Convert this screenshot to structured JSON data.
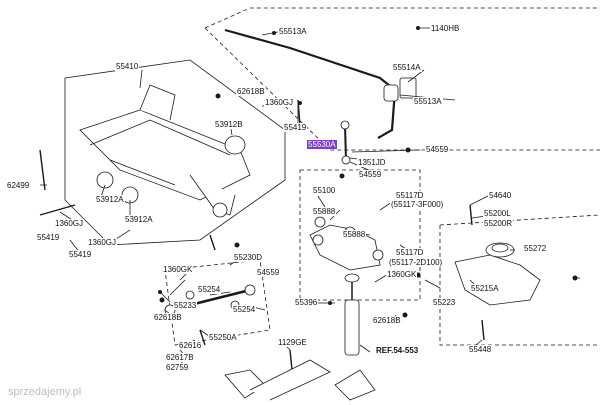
{
  "labels": {
    "l55513a_top": "55513A",
    "l1140hb": "1140HB",
    "l55514a": "55514A",
    "l55513a": "55513A",
    "l55410": "55410",
    "l62618b_top": "62618B",
    "l1360gj_top": "1360GJ",
    "l53912b": "53912B",
    "l55419_top": "55419",
    "l55530a": "55530A",
    "l54559_a": "54559",
    "l1351jd": "1351JD",
    "l54559_b": "54559",
    "l62499": "62499",
    "l55100": "55100",
    "l55117d_top": "55117D",
    "l55117_3f000": "(55117-3F000)",
    "l54640": "54640",
    "l53912a_1": "53912A",
    "l55888_a": "55888",
    "l55200l": "55200L",
    "l55200r": "55200R",
    "l1360gj_left": "1360GJ",
    "l53912a_2": "53912A",
    "l55419_left": "55419",
    "l1360gj_mid": "1360GJ",
    "l55888_b": "55888",
    "l55272": "55272",
    "l55419_bottom": "55419",
    "l55230d": "55230D",
    "l55117d_mid": "55117D",
    "l55117_2d100": "(55117-2D100)",
    "l1360gk_left": "1360GK",
    "l54559_c": "54559",
    "l1360gk_right": "1360GK",
    "l55254_a": "55254",
    "l55233": "55233",
    "l55223": "55223",
    "l55215a": "55215A",
    "l55396": "55396",
    "l62618b_left": "62618B",
    "l55254_b": "55254",
    "l62618b_right": "62618B",
    "l55250a": "55250A",
    "l1129ge": "1129GE",
    "l62616": "62616",
    "l55448": "55448",
    "l62617b": "62617B",
    "l62759": "62759",
    "ref": "REF.54-553"
  },
  "watermark": "sprzedajemy.pl",
  "colors": {
    "line": "#1a1a1a",
    "highlight": "#7b3fc4",
    "label_bg": "#ffffff"
  }
}
